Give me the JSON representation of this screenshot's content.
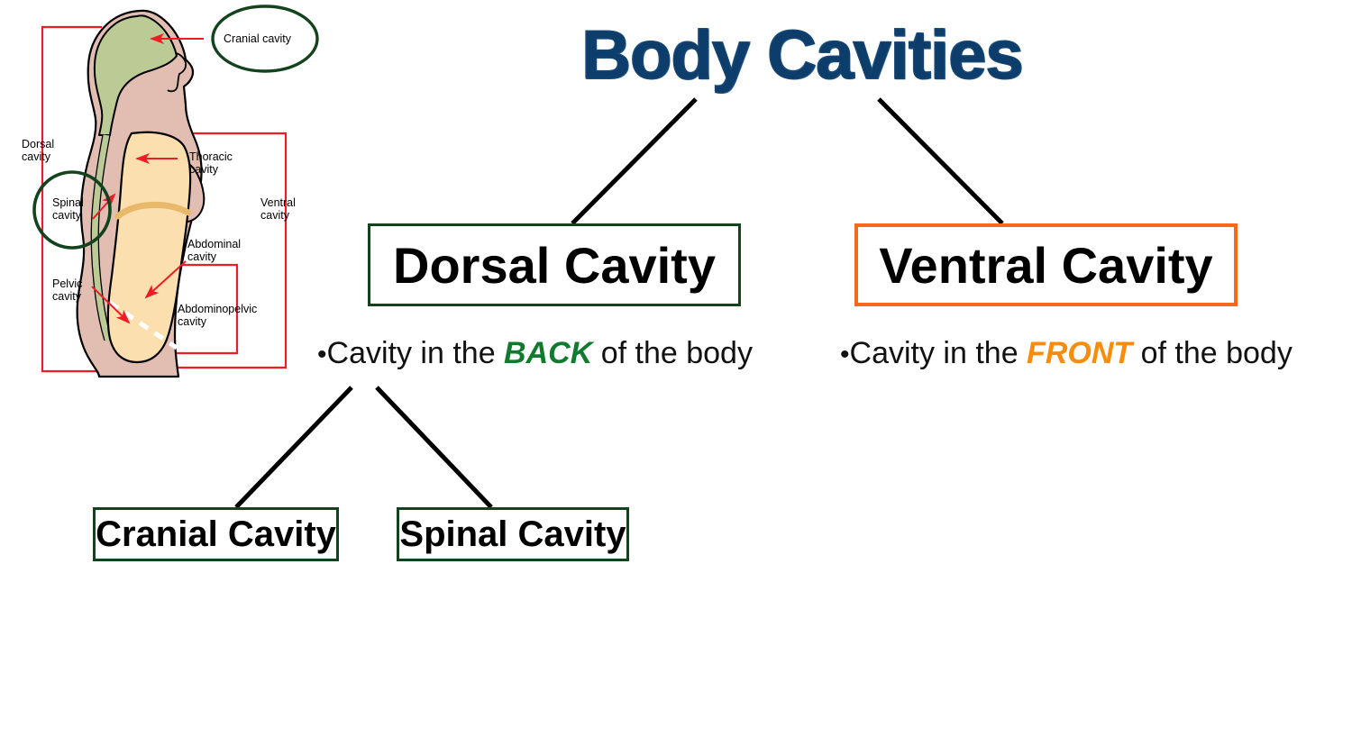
{
  "slide": {
    "title": "Body Cavities",
    "title_color": "#0d3d6b",
    "background": "#ffffff"
  },
  "nodes": {
    "dorsal": {
      "label": "Dorsal Cavity",
      "border_color": "#13431d"
    },
    "ventral": {
      "label": "Ventral Cavity",
      "border_color": "#f4691e"
    },
    "cranial": {
      "label": "Cranial Cavity",
      "border_color": "#13431d"
    },
    "spinal": {
      "label": "Spinal Cavity",
      "border_color": "#13431d"
    }
  },
  "bullets": {
    "dorsal": {
      "marker": "•",
      "prefix": "Cavity in the ",
      "keyword": "BACK",
      "keyword_color": "#117a2e",
      "suffix": " of the body"
    },
    "ventral": {
      "marker": "•",
      "prefix": "Cavity in the ",
      "keyword": "FRONT",
      "keyword_color": "#fb8c0a",
      "suffix": " of the body"
    }
  },
  "figure": {
    "name": "lateral-body-cavities-diagram",
    "colors": {
      "skin": "#e2bdb2",
      "cranial_fill": "#bccb95",
      "ventral_fill": "#fbdfae",
      "outline": "#000000",
      "bracket": "#ee1c25",
      "arrow": "#ee1c25",
      "highlight_circle": "#13431d",
      "dashed_divider": "#ffffff"
    },
    "labels": [
      {
        "id": "cranial-cavity",
        "text": "Cranial cavity",
        "circled": true
      },
      {
        "id": "dorsal-cavity",
        "text": "Dorsal\ncavity",
        "circled": false
      },
      {
        "id": "spinal-cavity",
        "text": "Spinal\ncavity",
        "circled": true
      },
      {
        "id": "thoracic-cavity",
        "text": "Thoracic\ncavity",
        "circled": false
      },
      {
        "id": "ventral-cavity",
        "text": "Ventral\ncavity",
        "circled": false
      },
      {
        "id": "abdominal-cavity",
        "text": "Abdominal\ncavity",
        "circled": false
      },
      {
        "id": "pelvic-cavity",
        "text": "Pelvic\ncavity",
        "circled": false
      },
      {
        "id": "abdominopelvic-cavity",
        "text": "Abdominopelvic\ncavity",
        "circled": false
      }
    ]
  }
}
